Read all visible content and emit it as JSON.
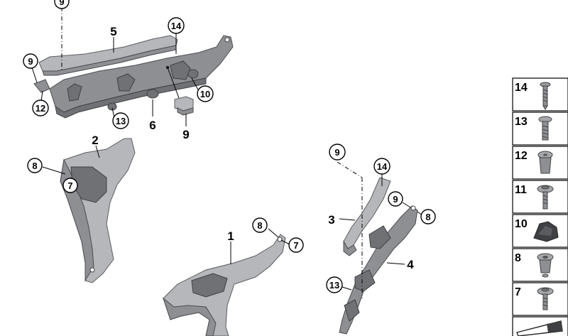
{
  "callouts": {
    "c9_top": "9",
    "c14_top": "14",
    "c9_left": "9",
    "c12": "12",
    "c13_left": "13",
    "c10": "10",
    "c8_left": "8",
    "c7_left": "7",
    "c8_center": "8",
    "c7_center": "7",
    "c9_right": "9",
    "c14_right": "14",
    "c9_right2": "9",
    "c8_right": "8",
    "c13_right": "13"
  },
  "labels": {
    "l5": "5",
    "l6": "6",
    "l9": "9",
    "l2": "2",
    "l1": "1",
    "l3": "3",
    "l4": "4"
  },
  "legend": {
    "items": [
      {
        "number": "14",
        "icon": "screw-icon"
      },
      {
        "number": "13",
        "icon": "flange-screw-icon"
      },
      {
        "number": "12",
        "icon": "expanding-nut-icon"
      },
      {
        "number": "11",
        "icon": "washer-screw-icon"
      },
      {
        "number": "10",
        "icon": "clip-icon"
      },
      {
        "number": "8",
        "icon": "plastic-nut-icon"
      },
      {
        "number": "7",
        "icon": "collar-screw-icon"
      },
      {
        "number": "",
        "icon": "wedge-icon"
      }
    ]
  }
}
